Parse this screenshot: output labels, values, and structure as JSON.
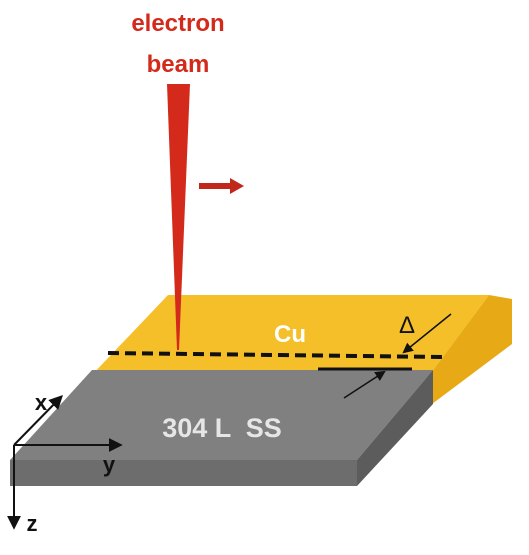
{
  "beam": {
    "label_line1": "electron",
    "label_line2": "beam",
    "color": "#d42a1c"
  },
  "plates": {
    "top_label": "Cu",
    "bottom_label": "304 L  SS",
    "cu_top_color": "#f5bf2a",
    "cu_side_color": "#e8a916",
    "ss_top_color": "#808080",
    "ss_side_color": "#5c5c5c"
  },
  "offset_symbol": "Δ",
  "axes": {
    "x": "x",
    "y": "y",
    "z": "z"
  }
}
